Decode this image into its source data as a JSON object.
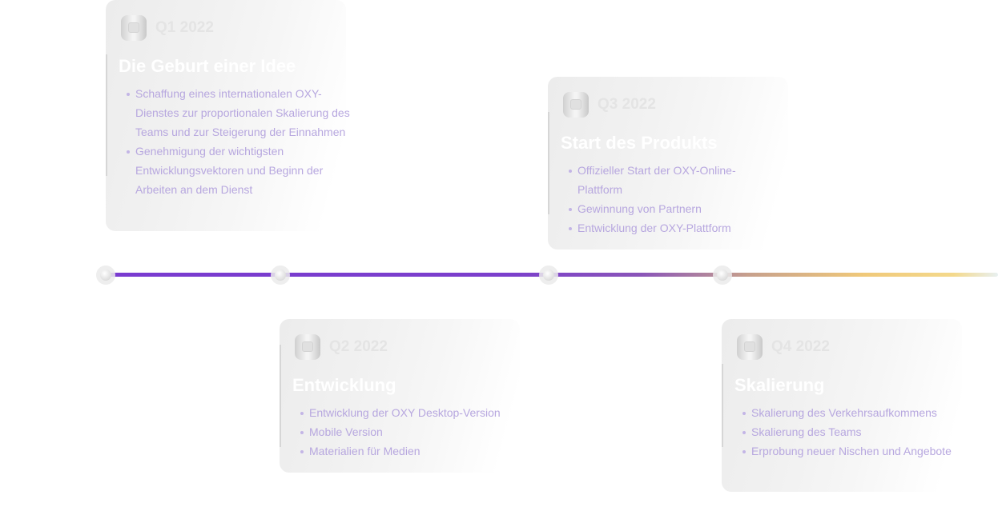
{
  "timeline": {
    "colors": {
      "start": "#7a3bd0",
      "end": "#f0c97a"
    },
    "milestones": [
      {
        "quarter": "Q1 2022",
        "title": "Die Geburt einer Idee",
        "icon": "calendar-icon",
        "items": [
          "Schaffung eines internationalen OXY-Dienstes zur proportionalen Skalierung des Teams und zur Steigerung der Einnahmen",
          "Genehmigung der wichtigsten Entwicklungsvektoren und Beginn der Arbeiten an dem Dienst"
        ]
      },
      {
        "quarter": "Q2 2022",
        "title": "Entwicklung",
        "icon": "calendar-icon",
        "items": [
          "Entwicklung der OXY Desktop-Version",
          "Mobile Version",
          "Materialien für Medien"
        ]
      },
      {
        "quarter": "Q3 2022",
        "title": "Start des Produkts",
        "icon": "calendar-icon",
        "items": [
          "Offizieller Start der OXY-Online-Plattform",
          "Gewinnung von Partnern",
          "Entwicklung der OXY-Plattform"
        ]
      },
      {
        "quarter": "Q4 2022",
        "title": "Skalierung",
        "icon": "calendar-icon",
        "items": [
          "Skalierung des Verkehrsaufkommens",
          "Skalierung des Teams",
          "Erprobung neuer Nischen und Angebote"
        ]
      }
    ]
  }
}
